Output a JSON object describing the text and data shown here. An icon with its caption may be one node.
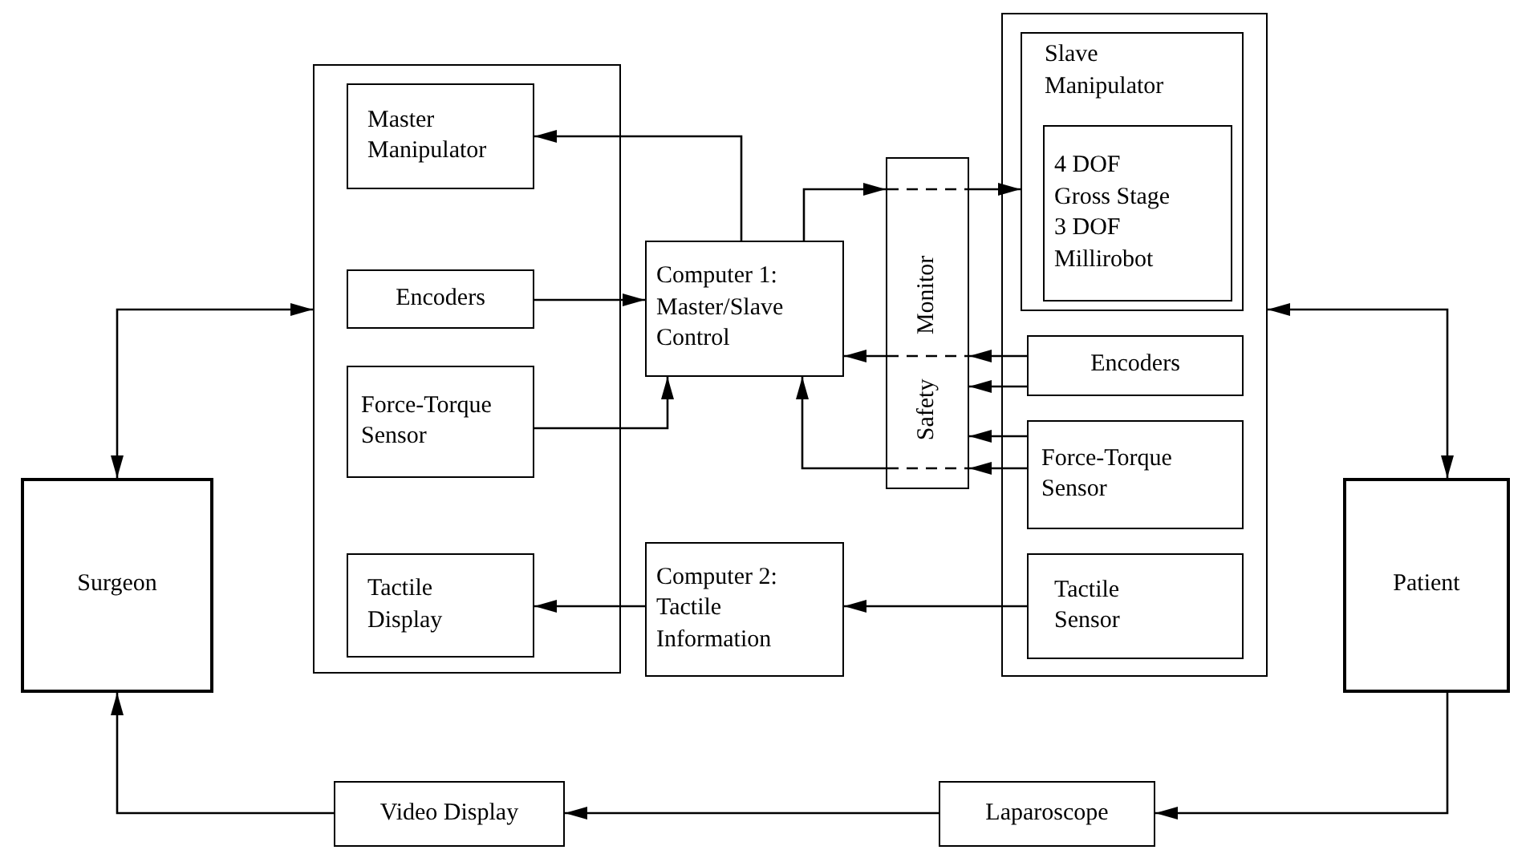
{
  "diagram": {
    "nodes": [
      {
        "text": [
          "Surgeon"
        ]
      },
      {
        "text": [],
        "shape": "box"
      },
      {
        "text": [
          "Master Manipulator"
        ],
        "in": 1
      },
      {
        "text": [
          "Encoders"
        ],
        "in": 1
      },
      {
        "text": [
          "Force-Torque Sensor"
        ],
        "in": 1
      },
      {
        "text": [
          "Tactile Display"
        ],
        "in": 1
      },
      {
        "text": [
          "Computer 1: Master/Slave Control"
        ]
      },
      {
        "text": [
          "Computer 2: Tactile Information"
        ]
      },
      {
        "text": [
          "Safety Monitor"
        ]
      },
      {
        "text": [],
        "shape": "box"
      },
      {
        "text": [
          "Slave Manipulator"
        ],
        "in": 9
      },
      {
        "text": [
          "4 DOF Gross Stage",
          "3 DOF Millirobot"
        ],
        "in": 10
      },
      {
        "text": [
          "Encoders"
        ],
        "in": 9
      },
      {
        "text": [
          "Force-Torque Sensor"
        ],
        "in": 9
      },
      {
        "text": [
          "Tactile Sensor"
        ],
        "in": 9
      },
      {
        "text": [
          "Patient"
        ]
      },
      {
        "text": [
          "Video Display"
        ]
      },
      {
        "text": [
          "Laparoscope"
        ]
      }
    ],
    "edges": [
      {
        "from": 0,
        "to": 1,
        "arrow": "both"
      },
      {
        "from": 15,
        "to": 9,
        "arrow": "both"
      },
      {
        "from": 6,
        "to": 2,
        "arrow": "to"
      },
      {
        "from": 3,
        "to": 6,
        "arrow": "to"
      },
      {
        "from": 4,
        "to": 6,
        "arrow": "to"
      },
      {
        "from": 6,
        "to": 8,
        "arrow": "to"
      },
      {
        "from": 8,
        "to": 10,
        "arrow": "to"
      },
      {
        "from": 12,
        "to": 8,
        "arrow": "to"
      },
      {
        "from": 8,
        "to": 6,
        "arrow": "to"
      },
      {
        "from": 12,
        "to": 8,
        "arrow": "to"
      },
      {
        "from": 13,
        "to": 8,
        "arrow": "to"
      },
      {
        "from": 13,
        "to": 8,
        "arrow": "to"
      },
      {
        "from": 8,
        "to": 6,
        "arrow": "to"
      },
      {
        "from": 14,
        "to": 7,
        "arrow": "to"
      },
      {
        "from": 7,
        "to": 5,
        "arrow": "to"
      },
      {
        "from": 15,
        "to": 17,
        "arrow": "to"
      },
      {
        "from": 17,
        "to": 16,
        "arrow": "to"
      },
      {
        "from": 16,
        "to": 0,
        "arrow": "to"
      }
    ]
  }
}
